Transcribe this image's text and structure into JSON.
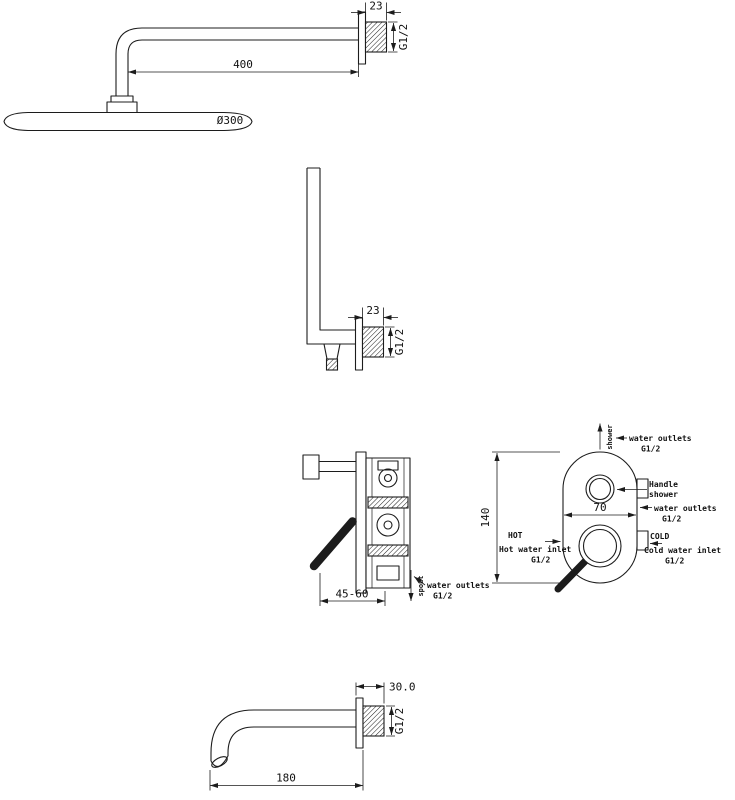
{
  "views": {
    "shower_head": {
      "dim_plate": "23",
      "thread": "G1/2",
      "dim_arm": "400",
      "dim_diameter": "Ø300"
    },
    "hand_shower_arm": {
      "dim_plate": "23",
      "thread": "G1/2"
    },
    "mixer_valve": {
      "dim_depth": "45-60",
      "dim_height": "140",
      "dim_width": "70",
      "flow_top": "shower",
      "flow_bottom": "spout",
      "labels": {
        "outlet_top_1": "water outlets",
        "outlet_top_2": "G1/2",
        "handle_1": "Handle",
        "handle_2": "shower",
        "outlet_right_1": "water outlets",
        "outlet_right_2": "G1/2",
        "hot_tag": "HOT",
        "hot_1": "Hot water inlet",
        "hot_2": "G1/2",
        "cold_tag": "COLD",
        "cold_1": "Cold water inlet",
        "cold_2": "G1/2",
        "outlet_bottom_1": "water outlets",
        "outlet_bottom_2": "G1/2"
      }
    },
    "spout": {
      "dim_plate": "30.0",
      "thread": "G1/2",
      "dim_length": "180"
    }
  }
}
